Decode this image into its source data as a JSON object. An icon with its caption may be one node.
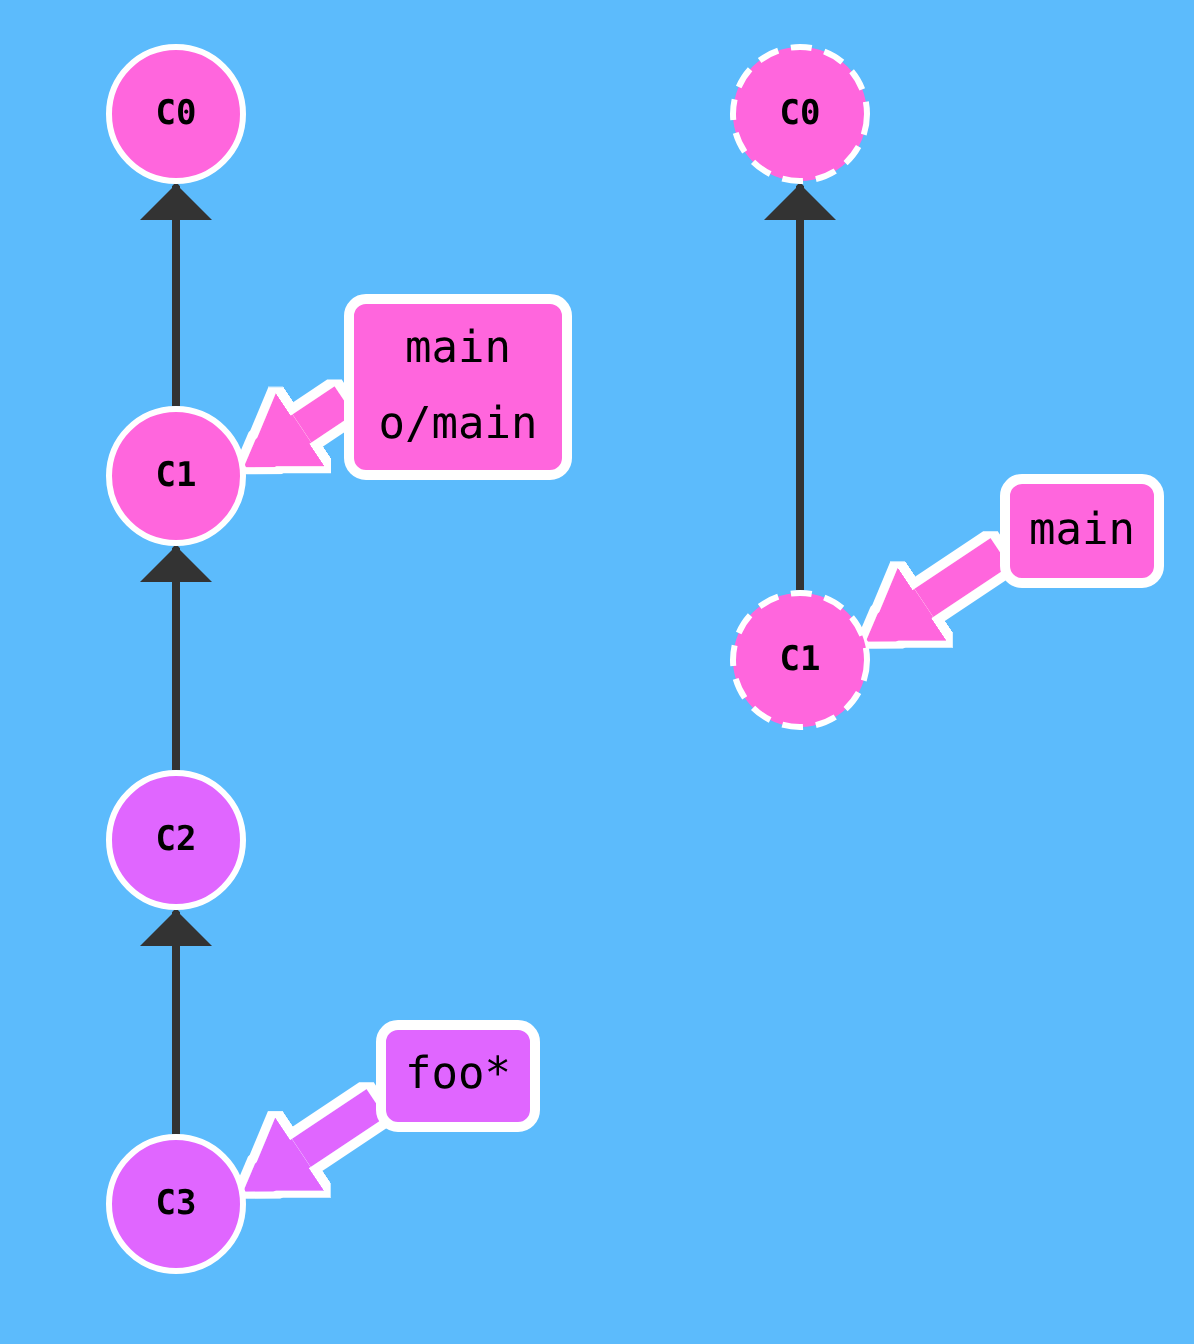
{
  "diagram": {
    "nodes": [
      {
        "text": [
          "C0"
        ]
      },
      {
        "text": [
          "C1"
        ]
      },
      {
        "text": [
          "C2"
        ]
      },
      {
        "text": [
          "C3"
        ]
      },
      {
        "text": [
          "main",
          "o/main"
        ]
      },
      {
        "text": [
          "foo*"
        ]
      },
      {
        "text": [
          "C0"
        ]
      },
      {
        "text": [
          "C1"
        ]
      },
      {
        "text": [
          "main"
        ]
      }
    ],
    "edges": [
      {
        "from": 1,
        "to": 0,
        "arrow": "to"
      },
      {
        "from": 2,
        "to": 1,
        "arrow": "to"
      },
      {
        "from": 3,
        "to": 2,
        "arrow": "to"
      },
      {
        "from": 7,
        "to": 6,
        "arrow": "to"
      },
      {
        "from": 4,
        "to": 1,
        "arrow": "to",
        "style": "thick",
        "color": "#ff66dd"
      },
      {
        "from": 5,
        "to": 3,
        "arrow": "to",
        "style": "thick",
        "color": "#e066ff"
      },
      {
        "from": 8,
        "to": 7,
        "arrow": "to",
        "style": "thick",
        "color": "#ff66dd"
      }
    ]
  }
}
